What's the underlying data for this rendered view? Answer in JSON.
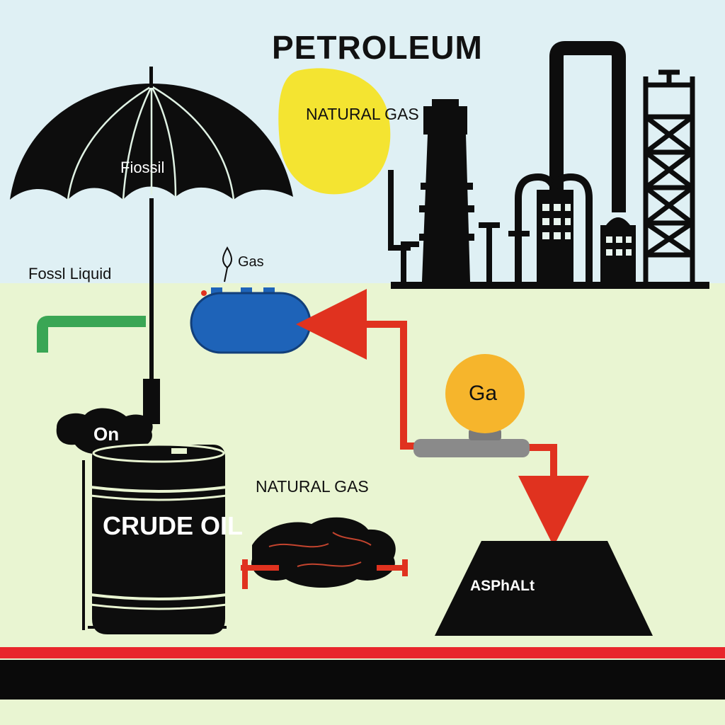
{
  "title": "PETROLEUM",
  "labels": {
    "natural_gas_top": "NATURAL GAS",
    "fossil_umbrella": "Fiossil",
    "fossil_liquid": "Fossl Liquid",
    "gas_tank": "Gas",
    "ga_circle": "Ga",
    "oil_blob": "On",
    "natural_gas_mid": "NATURAL GAS",
    "crude_oil": "CRUDE OIL",
    "asphalt": "ASPhALt"
  },
  "colors": {
    "sky": "#dff0f4",
    "ground": "#e9f5d2",
    "ink": "#0d0d0d",
    "natural_gas_blob": "#f4e431",
    "gas_circle": "#f6b52c",
    "gas_tank": "#1e63b8",
    "pipe_green": "#3aa655",
    "pipe_gray": "#8a8a8a",
    "arrow_red": "#e0321f",
    "stripe_red": "#e8262b",
    "stripe_black": "#0a0a0a"
  }
}
